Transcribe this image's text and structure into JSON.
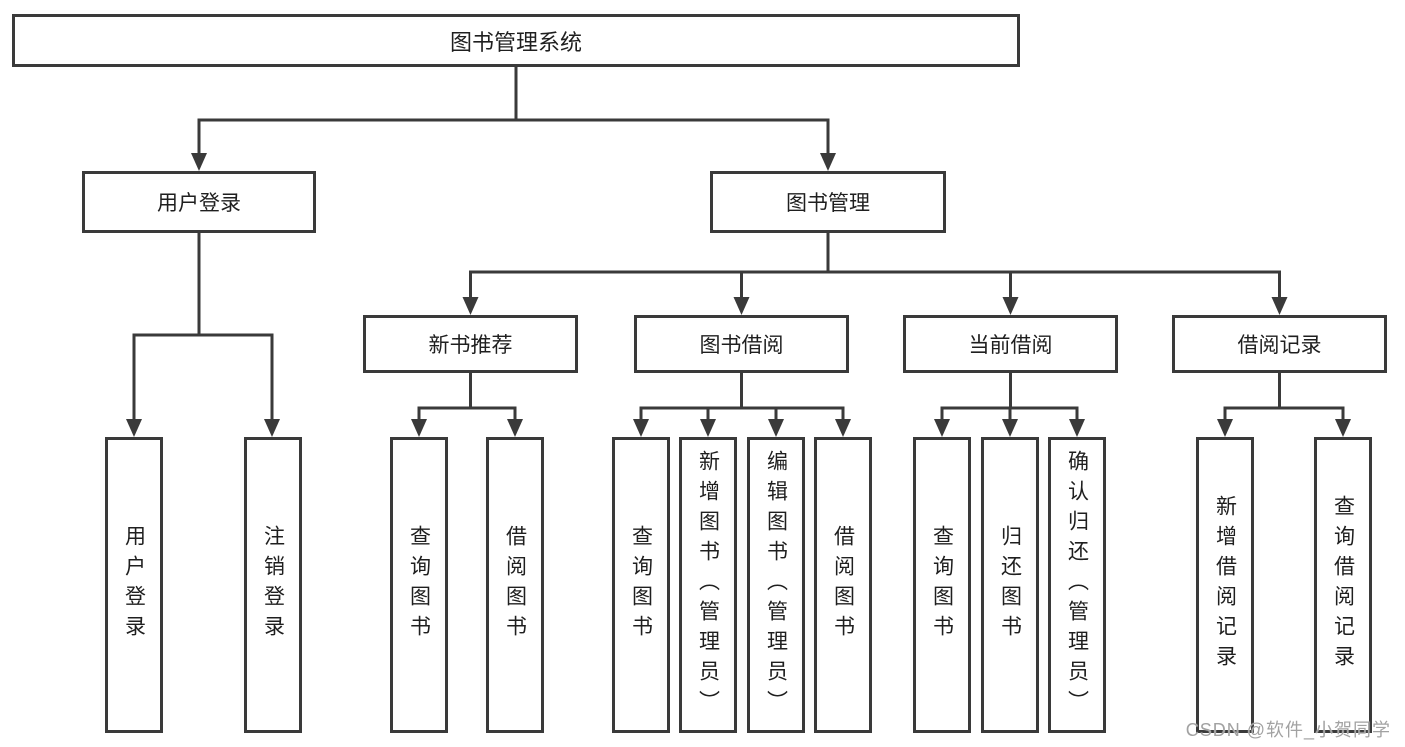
{
  "diagram": {
    "root": {
      "label": "图书管理系统"
    },
    "branches": [
      {
        "label": "用户登录",
        "children": [
          {
            "label": "用户登录"
          },
          {
            "label": "注销登录"
          }
        ]
      },
      {
        "label": "图书管理",
        "children": [
          {
            "label": "新书推荐",
            "children": [
              {
                "label": "查询图书"
              },
              {
                "label": "借阅图书"
              }
            ]
          },
          {
            "label": "图书借阅",
            "children": [
              {
                "label": "查询图书"
              },
              {
                "label": "新增图书（管理员）"
              },
              {
                "label": "编辑图书（管理员）"
              },
              {
                "label": "借阅图书"
              }
            ]
          },
          {
            "label": "当前借阅",
            "children": [
              {
                "label": "查询图书"
              },
              {
                "label": "归还图书"
              },
              {
                "label": "确认归还（管理员）"
              }
            ]
          },
          {
            "label": "借阅记录",
            "children": [
              {
                "label": "新增借阅记录"
              },
              {
                "label": "查询借阅记录"
              }
            ]
          }
        ]
      }
    ]
  },
  "colors": {
    "line": "#3a3a3a",
    "border": "#3a3a3a",
    "text": "#1f1f1f",
    "watermark": "#a2a2a2"
  },
  "watermark": "CSDN @软件_小贺同学"
}
